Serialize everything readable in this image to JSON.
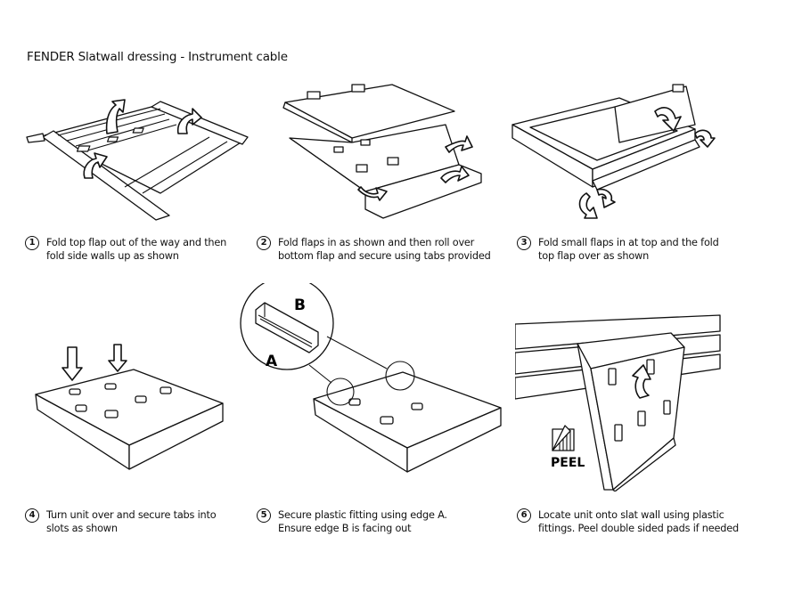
{
  "document": {
    "title": "FENDER Slatwall dressing - Instrument cable"
  },
  "steps": [
    {
      "number": "1",
      "line1": "Fold top flap out of the way and then",
      "line2": "fold side walls up as shown",
      "illustration": "flat-board-fold-walls"
    },
    {
      "number": "2",
      "line1": "Fold flaps in as shown and then roll over",
      "line2": "bottom flap and secure using tabs provided",
      "illustration": "fold-flaps-roll-bottom"
    },
    {
      "number": "3",
      "line1": "Fold small flaps in at top and the fold",
      "line2": "top flap over as shown",
      "illustration": "fold-top-flap-over"
    },
    {
      "number": "4",
      "line1": "Turn unit over and secure tabs into",
      "line2": "slots as shown",
      "illustration": "secure-tabs-into-slots"
    },
    {
      "number": "5",
      "line1": "Secure plastic fitting using edge A.",
      "line2": "Ensure edge B  is facing out",
      "illustration": "plastic-fitting-detail"
    },
    {
      "number": "6",
      "line1": "Locate unit onto slat wall using plastic",
      "line2": "fittings. Peel double sided pads if needed",
      "illustration": "mount-on-slatwall"
    }
  ],
  "labels": {
    "edge_a": "A",
    "edge_b": "B",
    "peel": "PEEL"
  }
}
